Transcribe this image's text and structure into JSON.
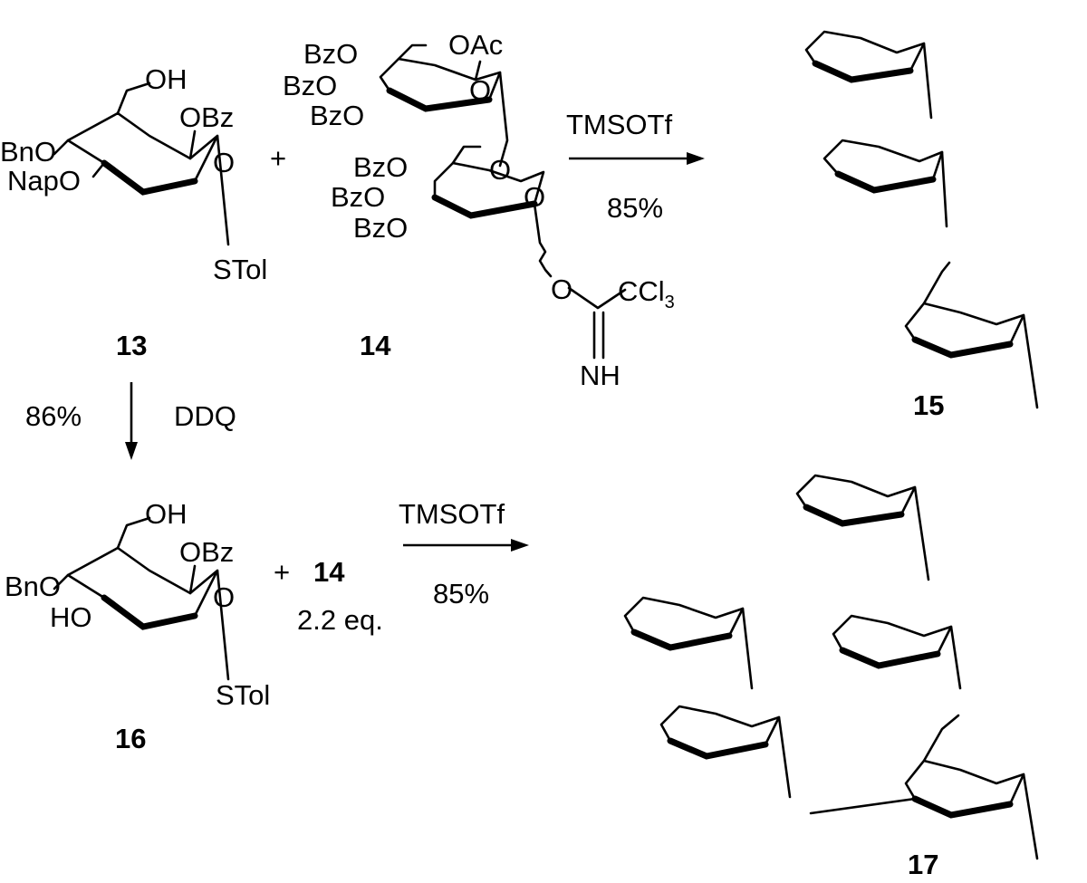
{
  "compounds": [
    {
      "id": "13",
      "labels": [
        "OH",
        "OBz",
        "BnO",
        "NapO",
        "O",
        "STol"
      ]
    },
    {
      "id": "14",
      "labels": [
        "BzO",
        "OAc",
        "BzO",
        "O",
        "BzO",
        "BzO",
        "O",
        "BzO",
        "O",
        "BzO",
        "O",
        "CCl",
        "NH"
      ]
    },
    {
      "id": "15"
    },
    {
      "id": "16",
      "labels": [
        "OH",
        "OBz",
        "BnO",
        "O",
        "HO",
        "STol"
      ]
    },
    {
      "id": "17"
    }
  ],
  "plus": "+",
  "subscript_3": "3",
  "reactions": {
    "r1": {
      "reagent": "TMSOTf",
      "yield": "85%"
    },
    "r2": {
      "reagent": "DDQ",
      "yield": "86%"
    },
    "r3": {
      "reagent": "TMSOTf",
      "yield": "85%",
      "partner": "14",
      "equiv": "2.2 eq."
    }
  }
}
